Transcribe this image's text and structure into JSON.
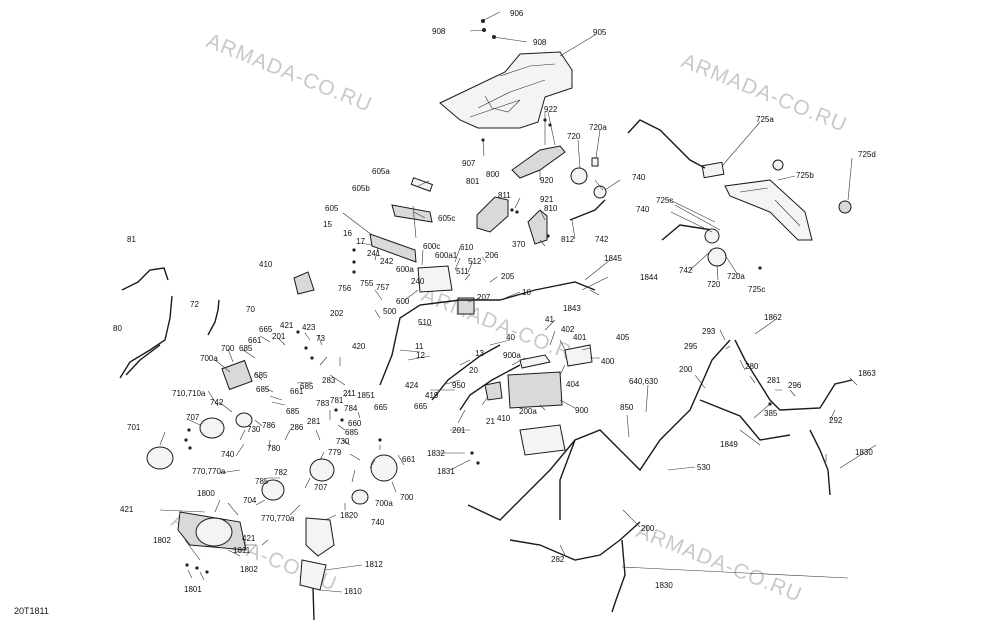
{
  "diagram": {
    "drawing_code": "20T1811",
    "watermarks": [
      "ARMADA-CO.RU",
      "ARMADA-CO.RU",
      "ARMADA-CO.RU",
      "ARMADA-CO.RU",
      "ARMADA-CO.RU"
    ],
    "callouts": [
      "906",
      "908",
      "908",
      "905",
      "922",
      "907",
      "720a",
      "720",
      "725a",
      "725d",
      "725b",
      "740",
      "920",
      "921",
      "800",
      "801",
      "811",
      "810",
      "605a",
      "605b",
      "605c",
      "605",
      "600c",
      "600a1",
      "610",
      "241",
      "242",
      "15",
      "16",
      "17",
      "370",
      "812",
      "740",
      "742",
      "725c",
      "720a",
      "720",
      "725c",
      "742",
      "1845",
      "1844",
      "81",
      "410",
      "755",
      "757",
      "512",
      "206",
      "511",
      "205",
      "600a",
      "240",
      "600",
      "207",
      "10",
      "756",
      "202",
      "500",
      "1843",
      "72",
      "70",
      "80",
      "665",
      "421",
      "423",
      "201",
      "73",
      "661",
      "685",
      "700",
      "700a",
      "420",
      "510",
      "11",
      "12",
      "41",
      "402",
      "401",
      "405",
      "1862",
      "293",
      "295",
      "280",
      "281",
      "296",
      "200",
      "1863",
      "404",
      "400",
      "40",
      "900a",
      "13",
      "20",
      "424",
      "950",
      "419",
      "21",
      "410",
      "200a",
      "900",
      "640,630",
      "850",
      "1849",
      "385",
      "292",
      "1830",
      "530",
      "283",
      "211",
      "1851",
      "665",
      "685",
      "685",
      "685",
      "710,710a",
      "742",
      "783",
      "784",
      "781",
      "685",
      "661",
      "665",
      "660",
      "685",
      "707",
      "701",
      "281",
      "786",
      "286",
      "730",
      "740",
      "780",
      "779",
      "770,770a",
      "782",
      "730",
      "661",
      "785",
      "707",
      "700",
      "700a",
      "1800",
      "704",
      "421",
      "770,770a",
      "1820",
      "740",
      "1832",
      "1831",
      "201",
      "1802",
      "421",
      "1811",
      "1802",
      "1812",
      "1801",
      "1810",
      "282",
      "200",
      "1830"
    ]
  }
}
